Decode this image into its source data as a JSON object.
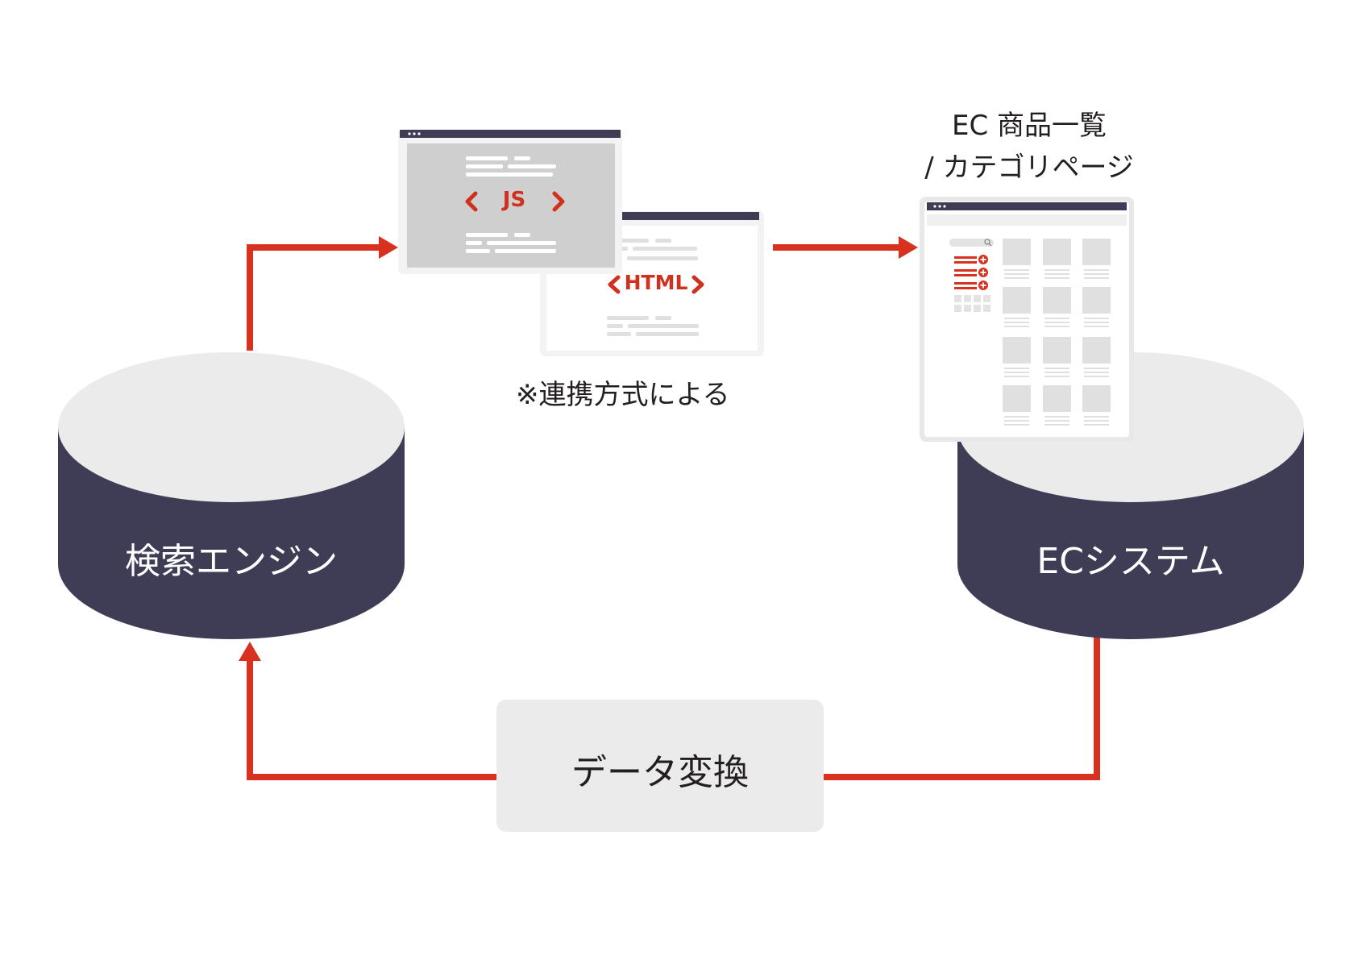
{
  "nodes": {
    "search_engine": {
      "label": "検索エンジン"
    },
    "ec_system": {
      "label": "ECシステム"
    },
    "data_conversion": {
      "label": "データ変換"
    }
  },
  "integration": {
    "js_window": {
      "code_label": "JS"
    },
    "html_window": {
      "code_label": "HTML"
    },
    "note": "※連携方式による"
  },
  "ec_page": {
    "title_line1": "EC 商品一覧",
    "title_line2": "/ カテゴリページ"
  },
  "colors": {
    "accent": "#d8311f",
    "cylinder_body": "#3f3d56",
    "cylinder_top": "#ebebeb",
    "window_bar": "#3f3d56",
    "placeholder": "#e0e0e0",
    "conversion_box": "#ebebeb"
  },
  "icons": [
    "search-icon",
    "plus-circle-icon",
    "chevron-left-icon",
    "chevron-right-icon"
  ]
}
